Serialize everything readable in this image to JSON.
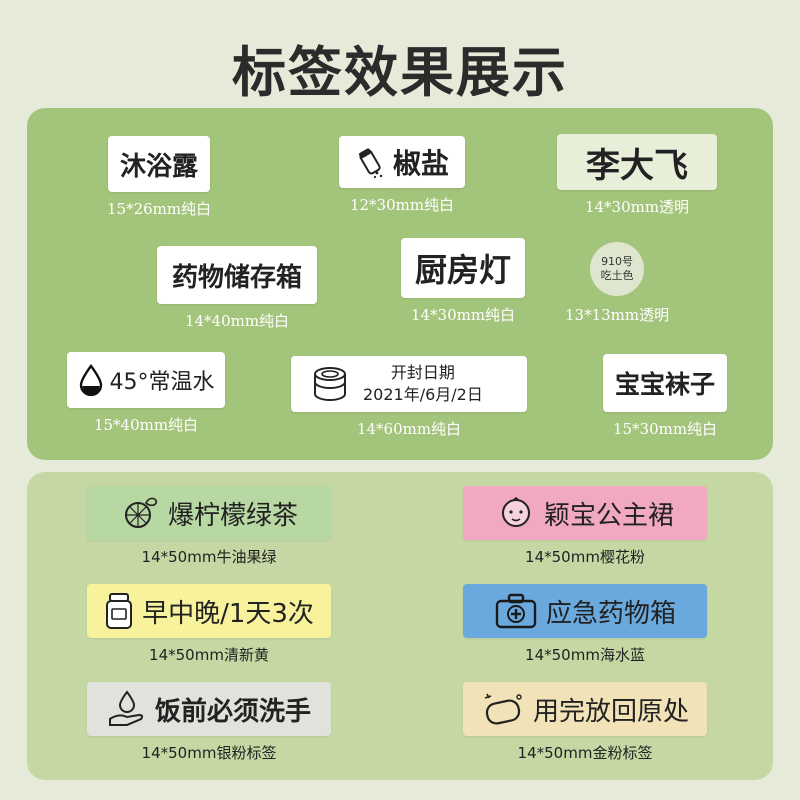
{
  "page_title": "标签效果展示",
  "top_labels": [
    {
      "text": "沐浴露",
      "caption": "15*26mm纯白"
    },
    {
      "text": "椒盐",
      "caption": "12*30mm纯白",
      "icon": "salt-shaker-icon"
    },
    {
      "text": "李大飞",
      "caption": "14*30mm透明"
    },
    {
      "text": "药物储存箱",
      "caption": "14*40mm纯白"
    },
    {
      "text": "厨房灯",
      "caption": "14*30mm纯白"
    },
    {
      "line1": "910号",
      "line2": "吃土色",
      "caption": "13*13mm透明"
    },
    {
      "text": "45°常温水",
      "caption": "15*40mm纯白",
      "icon": "water-drop-icon"
    },
    {
      "line1": "开封日期",
      "line2": "2021年/6月/2日",
      "caption": "14*60mm纯白",
      "icon": "can-icon"
    },
    {
      "text": "宝宝袜子",
      "caption": "15*30mm纯白"
    }
  ],
  "bottom_labels": [
    {
      "text": "爆柠檬绿茶",
      "caption": "14*50mm牛油果绿",
      "color": "#b7d7a3",
      "icon": "lemon-icon"
    },
    {
      "text": "颖宝公主裙",
      "caption": "14*50mm樱花粉",
      "color": "#f0a9c0",
      "icon": "baby-icon"
    },
    {
      "text": "早中晚/1天3次",
      "caption": "14*50mm清新黄",
      "color": "#f7f29b",
      "icon": "pill-bottle-icon"
    },
    {
      "text": "应急药物箱",
      "caption": "14*50mm海水蓝",
      "color": "#6aa9dd",
      "icon": "medical-kit-icon"
    },
    {
      "text": "饭前必须洗手",
      "caption": "14*50mm银粉标签",
      "color": "#dfe3dc",
      "icon": "hand-wash-icon"
    },
    {
      "text": "用完放回原处",
      "caption": "14*50mm金粉标签",
      "color": "#f1e2b8",
      "icon": "soap-icon"
    }
  ]
}
